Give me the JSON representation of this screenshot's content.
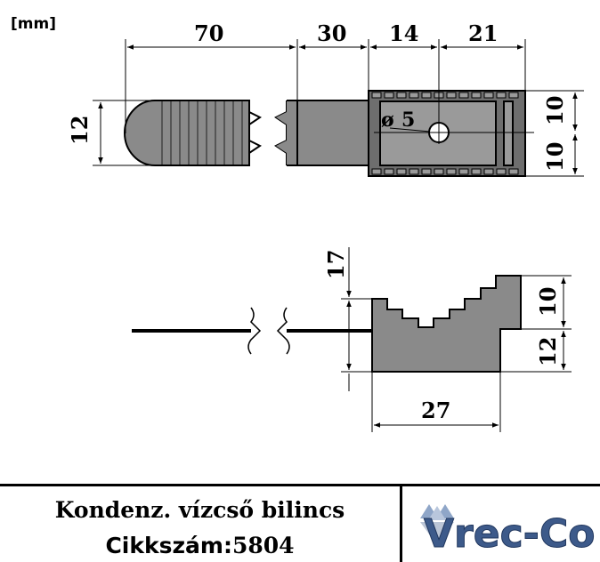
{
  "units_label": "[mm]",
  "top_view": {
    "dim_70": "70",
    "dim_30": "30",
    "dim_14": "14",
    "dim_21": "21",
    "dim_12": "12",
    "dim_10_upper": "10",
    "dim_10_lower": "10",
    "hole_symbol": "ø",
    "hole_value": "5"
  },
  "side_view": {
    "dim_17": "17",
    "dim_10": "10",
    "dim_12": "12",
    "dim_27": "27"
  },
  "footer": {
    "product_name": "Kondenz. vízcső bilincs",
    "article_label": "Cikkszám:",
    "article_number": "5804",
    "logo_text": "Vrec-Co"
  },
  "colors": {
    "part_fill": "#8a8a8a",
    "part_fill_dark": "#6e6e6e",
    "line": "#000000",
    "logo_blue": "#3d5a8a"
  }
}
